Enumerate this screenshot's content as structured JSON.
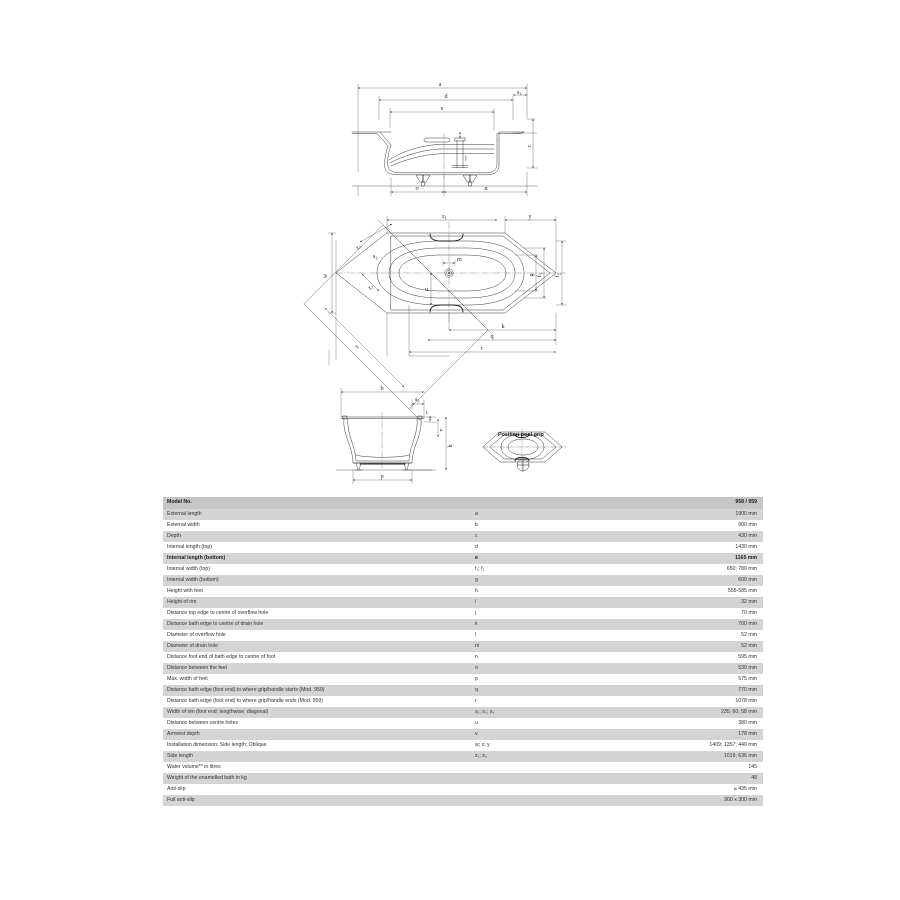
{
  "drawings": {
    "side_view": {
      "name": "side-elevation-view",
      "labels": [
        "a",
        "d",
        "e",
        "c",
        "o",
        "n",
        "j"
      ],
      "sub_labels": [
        "s1"
      ]
    },
    "plan_view": {
      "name": "plan-top-view",
      "labels": [
        "y",
        "w",
        "x",
        "g",
        "k",
        "q",
        "r",
        "m",
        "u"
      ],
      "sub_labels": [
        "z1",
        "z2",
        "s2",
        "f1",
        "f2"
      ]
    },
    "end_view": {
      "name": "end-elevation-view",
      "labels": [
        "b",
        "i",
        "v",
        "h",
        "p"
      ],
      "sub_labels": [
        "s3"
      ]
    },
    "grip_view": {
      "name": "pool-grip-position-view",
      "caption": "Position pool grip"
    }
  },
  "table": {
    "columns": [
      "Model No.",
      "",
      "958 / 959"
    ],
    "header": {
      "label": "Model No.",
      "symbol": "",
      "value": "958 / 959"
    },
    "rows": [
      {
        "label": "External length",
        "symbol": "a",
        "value": "1900 mm",
        "bold": false
      },
      {
        "label": "External width",
        "symbol": "b",
        "value": "900 mm",
        "bold": false
      },
      {
        "label": "Depth",
        "symbol": "c",
        "value": "430 mm",
        "bold": false
      },
      {
        "label": "Internal length (top)",
        "symbol": "d",
        "value": "1430 mm",
        "bold": false
      },
      {
        "label": "Internal length (bottom)",
        "symbol": "e",
        "value": "1165 mm",
        "bold": true
      },
      {
        "label": "Internal width (top)",
        "symbol": "f₁; f₂",
        "value": "650; 780 mm",
        "bold": false
      },
      {
        "label": "Internal width (bottom)",
        "symbol": "g",
        "value": "600 mm",
        "bold": false
      },
      {
        "label": "Height with feet",
        "symbol": "h",
        "value": "555-585 mm",
        "bold": false
      },
      {
        "label": "Height of rim",
        "symbol": "i",
        "value": "32 mm",
        "bold": false
      },
      {
        "label": "Distance top edge to centre of overflow hole",
        "symbol": "j",
        "value": "70 mm",
        "bold": false
      },
      {
        "label": "Distance bath edge to centre of drain hole",
        "symbol": "k",
        "value": "700 mm",
        "bold": false
      },
      {
        "label": "Diameter of overflow hole",
        "symbol": "l",
        "value": "52 mm",
        "bold": false
      },
      {
        "label": "Diameter of drain hole",
        "symbol": "m",
        "value": "52 mm",
        "bold": false
      },
      {
        "label": "Distance foot end of bath edge to centre of foot",
        "symbol": "n",
        "value": "595 mm",
        "bold": false
      },
      {
        "label": "Distance between the feet",
        "symbol": "o",
        "value": "530 mm",
        "bold": false
      },
      {
        "label": "Max. width of feet",
        "symbol": "p",
        "value": "575 mm",
        "bold": false
      },
      {
        "label": "Distance bath edge (foot end) to where grip/handle starts (Mod. 959)",
        "symbol": "q",
        "value": "770 mm",
        "bold": false
      },
      {
        "label": "Distance bath edge (foot end) to where grip/handle ends (Mod. 959)",
        "symbol": "r",
        "value": "1078 mm",
        "bold": false
      },
      {
        "label": "Width of rim (foot end; lengthwise; diagonal)",
        "symbol": "s₁; s₂; s₃",
        "value": "235; 60; 58 mm",
        "bold": false
      },
      {
        "label": "Distance between centre holes",
        "symbol": "u",
        "value": "380 mm",
        "bold": false
      },
      {
        "label": "Armrest depth",
        "symbol": "v",
        "value": "178 mm",
        "bold": false
      },
      {
        "label": "Installation dimension; Side length; Oblique",
        "symbol": "w; x; y",
        "value": "1409; 1357; 440 mm",
        "bold": false
      },
      {
        "label": "Side length",
        "symbol": "z₁; z₂",
        "value": "1019; 636 mm",
        "bold": false
      },
      {
        "label": "Water volume** in litres",
        "symbol": "",
        "value": "145",
        "bold": false
      },
      {
        "label": "Weight of the enamelled bath in kg",
        "symbol": "",
        "value": "48",
        "bold": false
      },
      {
        "label": "Anti-slip",
        "symbol": "",
        "value": "⌀ 435 mm",
        "bold": false
      },
      {
        "label": "Full anti-slip",
        "symbol": "",
        "value": "900 x 300 mm",
        "bold": false
      }
    ]
  },
  "colors": {
    "row_shaded": "#d4d4d6",
    "row_plain": "#ffffff",
    "header_bg": "#c6c6c8",
    "line": "#231f20",
    "text": "#333033"
  }
}
